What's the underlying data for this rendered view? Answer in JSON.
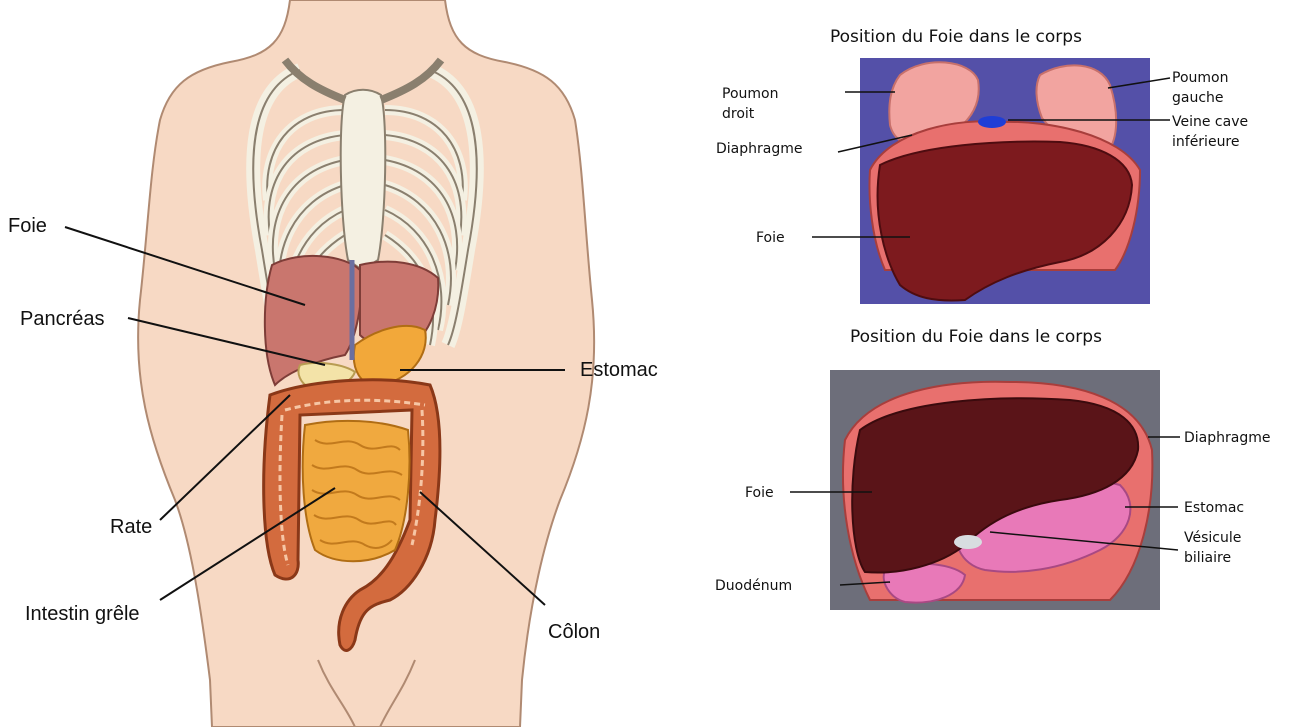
{
  "left_figure": {
    "labels": {
      "liver": "Foie",
      "pancreas": "Pancréas",
      "spleen": "Rate",
      "small_intestine": "Intestin grêle",
      "stomach": "Estomac",
      "colon": "Côlon"
    }
  },
  "top_right_figure": {
    "title": "Position du Foie dans le corps",
    "labels": {
      "right_lung_line1": "Poumon",
      "right_lung_line2": "droit",
      "diaphragm": "Diaphragme",
      "liver": "Foie",
      "left_lung_line1": "Poumon",
      "left_lung_line2": "gauche",
      "vena_cava_line1": "Veine cave",
      "vena_cava_line2": "inférieure"
    }
  },
  "bottom_right_figure": {
    "title": "Position du Foie dans le corps",
    "labels": {
      "liver": "Foie",
      "duodenum": "Duodénum",
      "diaphragm": "Diaphragme",
      "stomach": "Estomac",
      "gallbladder_line1": "Vésicule",
      "gallbladder_line2": "biliaire"
    }
  }
}
